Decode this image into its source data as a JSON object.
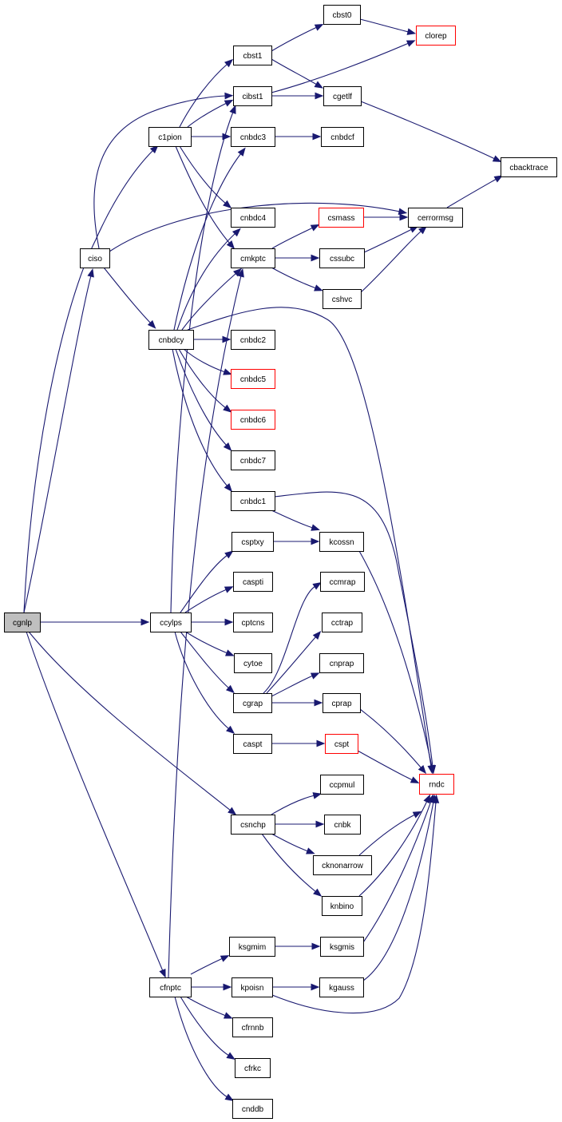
{
  "colors": {
    "edge": "#191970",
    "node_border": "#000000",
    "node_border_incomplete": "#ff0000",
    "node_fill": "#ffffff",
    "root_fill": "#bfbfbf"
  },
  "nodes": [
    {
      "id": "cgnlp",
      "label": "cgnlp",
      "style": "root"
    },
    {
      "id": "ciso",
      "label": "ciso",
      "style": "normal"
    },
    {
      "id": "c1pion",
      "label": "c1pion",
      "style": "normal"
    },
    {
      "id": "cnbdcy",
      "label": "cnbdcy",
      "style": "normal"
    },
    {
      "id": "ccylps",
      "label": "ccylps",
      "style": "normal"
    },
    {
      "id": "cfnptc",
      "label": "cfnptc",
      "style": "normal"
    },
    {
      "id": "cbst1",
      "label": "cbst1",
      "style": "normal"
    },
    {
      "id": "cibst1",
      "label": "cibst1",
      "style": "normal"
    },
    {
      "id": "cnbdc3",
      "label": "cnbdc3",
      "style": "normal"
    },
    {
      "id": "cnbdc4",
      "label": "cnbdc4",
      "style": "normal"
    },
    {
      "id": "cmkptc",
      "label": "cmkptc",
      "style": "normal"
    },
    {
      "id": "cnbdc2",
      "label": "cnbdc2",
      "style": "normal"
    },
    {
      "id": "cnbdc5",
      "label": "cnbdc5",
      "style": "incomplete"
    },
    {
      "id": "cnbdc6",
      "label": "cnbdc6",
      "style": "incomplete"
    },
    {
      "id": "cnbdc7",
      "label": "cnbdc7",
      "style": "normal"
    },
    {
      "id": "cnbdc1",
      "label": "cnbdc1",
      "style": "normal"
    },
    {
      "id": "csptxy",
      "label": "csptxy",
      "style": "normal"
    },
    {
      "id": "caspti",
      "label": "caspti",
      "style": "normal"
    },
    {
      "id": "cptcns",
      "label": "cptcns",
      "style": "normal"
    },
    {
      "id": "cytoe",
      "label": "cytoe",
      "style": "normal"
    },
    {
      "id": "cgrap",
      "label": "cgrap",
      "style": "normal"
    },
    {
      "id": "caspt",
      "label": "caspt",
      "style": "normal"
    },
    {
      "id": "csnchp",
      "label": "csnchp",
      "style": "normal"
    },
    {
      "id": "ksgmim",
      "label": "ksgmim",
      "style": "normal"
    },
    {
      "id": "kpoisn",
      "label": "kpoisn",
      "style": "normal"
    },
    {
      "id": "cfrnnb",
      "label": "cfrnnb",
      "style": "normal"
    },
    {
      "id": "cfrkc",
      "label": "cfrkc",
      "style": "normal"
    },
    {
      "id": "cnddb",
      "label": "cnddb",
      "style": "normal"
    },
    {
      "id": "cbst0",
      "label": "cbst0",
      "style": "normal"
    },
    {
      "id": "cgetlf",
      "label": "cgetlf",
      "style": "normal"
    },
    {
      "id": "cnbdcf",
      "label": "cnbdcf",
      "style": "normal"
    },
    {
      "id": "csmass",
      "label": "csmass",
      "style": "incomplete"
    },
    {
      "id": "cssubc",
      "label": "cssubc",
      "style": "normal"
    },
    {
      "id": "cshvc",
      "label": "cshvc",
      "style": "normal"
    },
    {
      "id": "kcossn",
      "label": "kcossn",
      "style": "normal"
    },
    {
      "id": "ccmrap",
      "label": "ccmrap",
      "style": "normal"
    },
    {
      "id": "cctrap",
      "label": "cctrap",
      "style": "normal"
    },
    {
      "id": "cnprap",
      "label": "cnprap",
      "style": "normal"
    },
    {
      "id": "cprap",
      "label": "cprap",
      "style": "normal"
    },
    {
      "id": "cspt",
      "label": "cspt",
      "style": "incomplete"
    },
    {
      "id": "ccpmul",
      "label": "ccpmul",
      "style": "normal"
    },
    {
      "id": "cnbk",
      "label": "cnbk",
      "style": "normal"
    },
    {
      "id": "cknonarrow",
      "label": "cknonarrow",
      "style": "normal"
    },
    {
      "id": "knbino",
      "label": "knbino",
      "style": "normal"
    },
    {
      "id": "ksgmis",
      "label": "ksgmis",
      "style": "normal"
    },
    {
      "id": "kgauss",
      "label": "kgauss",
      "style": "normal"
    },
    {
      "id": "clorep",
      "label": "clorep",
      "style": "incomplete"
    },
    {
      "id": "cerrormsg",
      "label": "cerrormsg",
      "style": "normal"
    },
    {
      "id": "cbacktrace",
      "label": "cbacktrace",
      "style": "normal"
    },
    {
      "id": "rndc",
      "label": "rndc",
      "style": "incomplete"
    }
  ],
  "edges": [
    [
      "cgnlp",
      "ciso"
    ],
    [
      "cgnlp",
      "c1pion"
    ],
    [
      "cgnlp",
      "ccylps"
    ],
    [
      "cgnlp",
      "csnchp"
    ],
    [
      "cgnlp",
      "cfnptc"
    ],
    [
      "ciso",
      "cibst1"
    ],
    [
      "ciso",
      "cerrormsg"
    ],
    [
      "ciso",
      "cnbdcy"
    ],
    [
      "c1pion",
      "cbst1"
    ],
    [
      "c1pion",
      "cibst1"
    ],
    [
      "c1pion",
      "cnbdc3"
    ],
    [
      "c1pion",
      "cnbdc4"
    ],
    [
      "c1pion",
      "cmkptc"
    ],
    [
      "cbst1",
      "cbst0"
    ],
    [
      "cbst1",
      "cgetlf"
    ],
    [
      "cbst0",
      "clorep"
    ],
    [
      "cibst1",
      "clorep"
    ],
    [
      "cibst1",
      "cgetlf"
    ],
    [
      "cgetlf",
      "cbacktrace"
    ],
    [
      "cnbdc3",
      "cnbdcf"
    ],
    [
      "cerrormsg",
      "cbacktrace"
    ],
    [
      "cmkptc",
      "csmass"
    ],
    [
      "cmkptc",
      "cssubc"
    ],
    [
      "cmkptc",
      "cshvc"
    ],
    [
      "csmass",
      "cerrormsg"
    ],
    [
      "cssubc",
      "cerrormsg"
    ],
    [
      "cshvc",
      "cerrormsg"
    ],
    [
      "cnbdcy",
      "cnbdc2"
    ],
    [
      "cnbdcy",
      "cnbdc5"
    ],
    [
      "cnbdcy",
      "cnbdc6"
    ],
    [
      "cnbdcy",
      "cnbdc7"
    ],
    [
      "cnbdcy",
      "cnbdc1"
    ],
    [
      "cnbdcy",
      "cnbdc3"
    ],
    [
      "cnbdcy",
      "cnbdc4"
    ],
    [
      "cnbdcy",
      "cmkptc"
    ],
    [
      "cnbdcy",
      "rndc"
    ],
    [
      "cnbdc1",
      "kcossn"
    ],
    [
      "cnbdc1",
      "rndc"
    ],
    [
      "ccylps",
      "csptxy"
    ],
    [
      "ccylps",
      "caspti"
    ],
    [
      "ccylps",
      "cptcns"
    ],
    [
      "ccylps",
      "cytoe"
    ],
    [
      "ccylps",
      "cgrap"
    ],
    [
      "ccylps",
      "caspt"
    ],
    [
      "ccylps",
      "cibst1"
    ],
    [
      "csptxy",
      "kcossn"
    ],
    [
      "kcossn",
      "rndc"
    ],
    [
      "cgrap",
      "ccmrap"
    ],
    [
      "cgrap",
      "cctrap"
    ],
    [
      "cgrap",
      "cnprap"
    ],
    [
      "cgrap",
      "cprap"
    ],
    [
      "cprap",
      "rndc"
    ],
    [
      "caspt",
      "cspt"
    ],
    [
      "cspt",
      "rndc"
    ],
    [
      "csnchp",
      "ccpmul"
    ],
    [
      "csnchp",
      "cnbk"
    ],
    [
      "csnchp",
      "cknonarrow"
    ],
    [
      "csnchp",
      "knbino"
    ],
    [
      "cknonarrow",
      "rndc"
    ],
    [
      "knbino",
      "rndc"
    ],
    [
      "cfnptc",
      "ksgmim"
    ],
    [
      "cfnptc",
      "kpoisn"
    ],
    [
      "cfnptc",
      "cfrnnb"
    ],
    [
      "cfnptc",
      "cfrkc"
    ],
    [
      "cfnptc",
      "cnddb"
    ],
    [
      "cfnptc",
      "cmkptc"
    ],
    [
      "ksgmim",
      "ksgmis"
    ],
    [
      "ksgmis",
      "rndc"
    ],
    [
      "kpoisn",
      "kgauss"
    ],
    [
      "kpoisn",
      "rndc"
    ],
    [
      "kgauss",
      "rndc"
    ]
  ]
}
